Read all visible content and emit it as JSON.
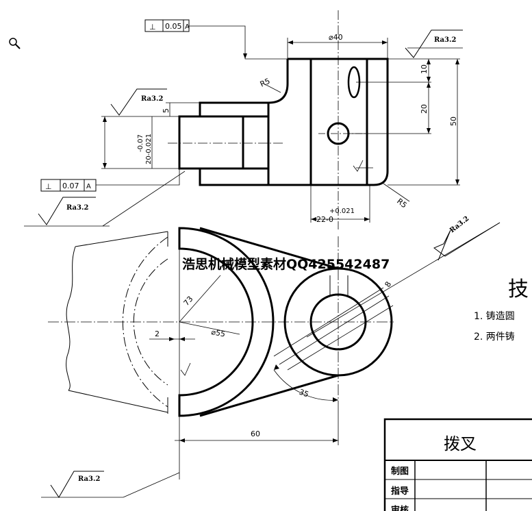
{
  "tolerance_frames": {
    "top": {
      "symbol": "⊥",
      "value": "0.05",
      "datum": "A"
    },
    "left": {
      "symbol": "⊥",
      "value": "0.07",
      "datum": "A"
    }
  },
  "roughness": {
    "top_right": "Ra3.2",
    "left_upper": "Ra3.2",
    "left_lower": "Ra3.2",
    "right_diagonal": "Ra3.2",
    "bottom_left": "Ra3.2"
  },
  "dimensions": {
    "dia40": "⌀40",
    "r5_upper": "R5",
    "r5_lower": "R5",
    "d10": "10",
    "d20": "20",
    "d50": "50",
    "d5": "5",
    "tol_upper": "-0.07",
    "tol_lower": "20-0.021",
    "d22_value": "22-0",
    "d22_tol": "+0.021",
    "r73": "73",
    "dia55": "⌀55",
    "d2": "2",
    "d8": "8",
    "r35": "35",
    "d60": "60"
  },
  "watermark": "浩思机械模型素材QQ425542487",
  "tech_requirements": {
    "heading": "技",
    "item1": "1. 铸造圆",
    "item2": "2. 两件铸"
  },
  "title_block": {
    "part_name": "拨叉",
    "row1": "制图",
    "row2": "指导",
    "row3": "审核"
  },
  "icons": {
    "zoom": "magnifier-icon"
  }
}
